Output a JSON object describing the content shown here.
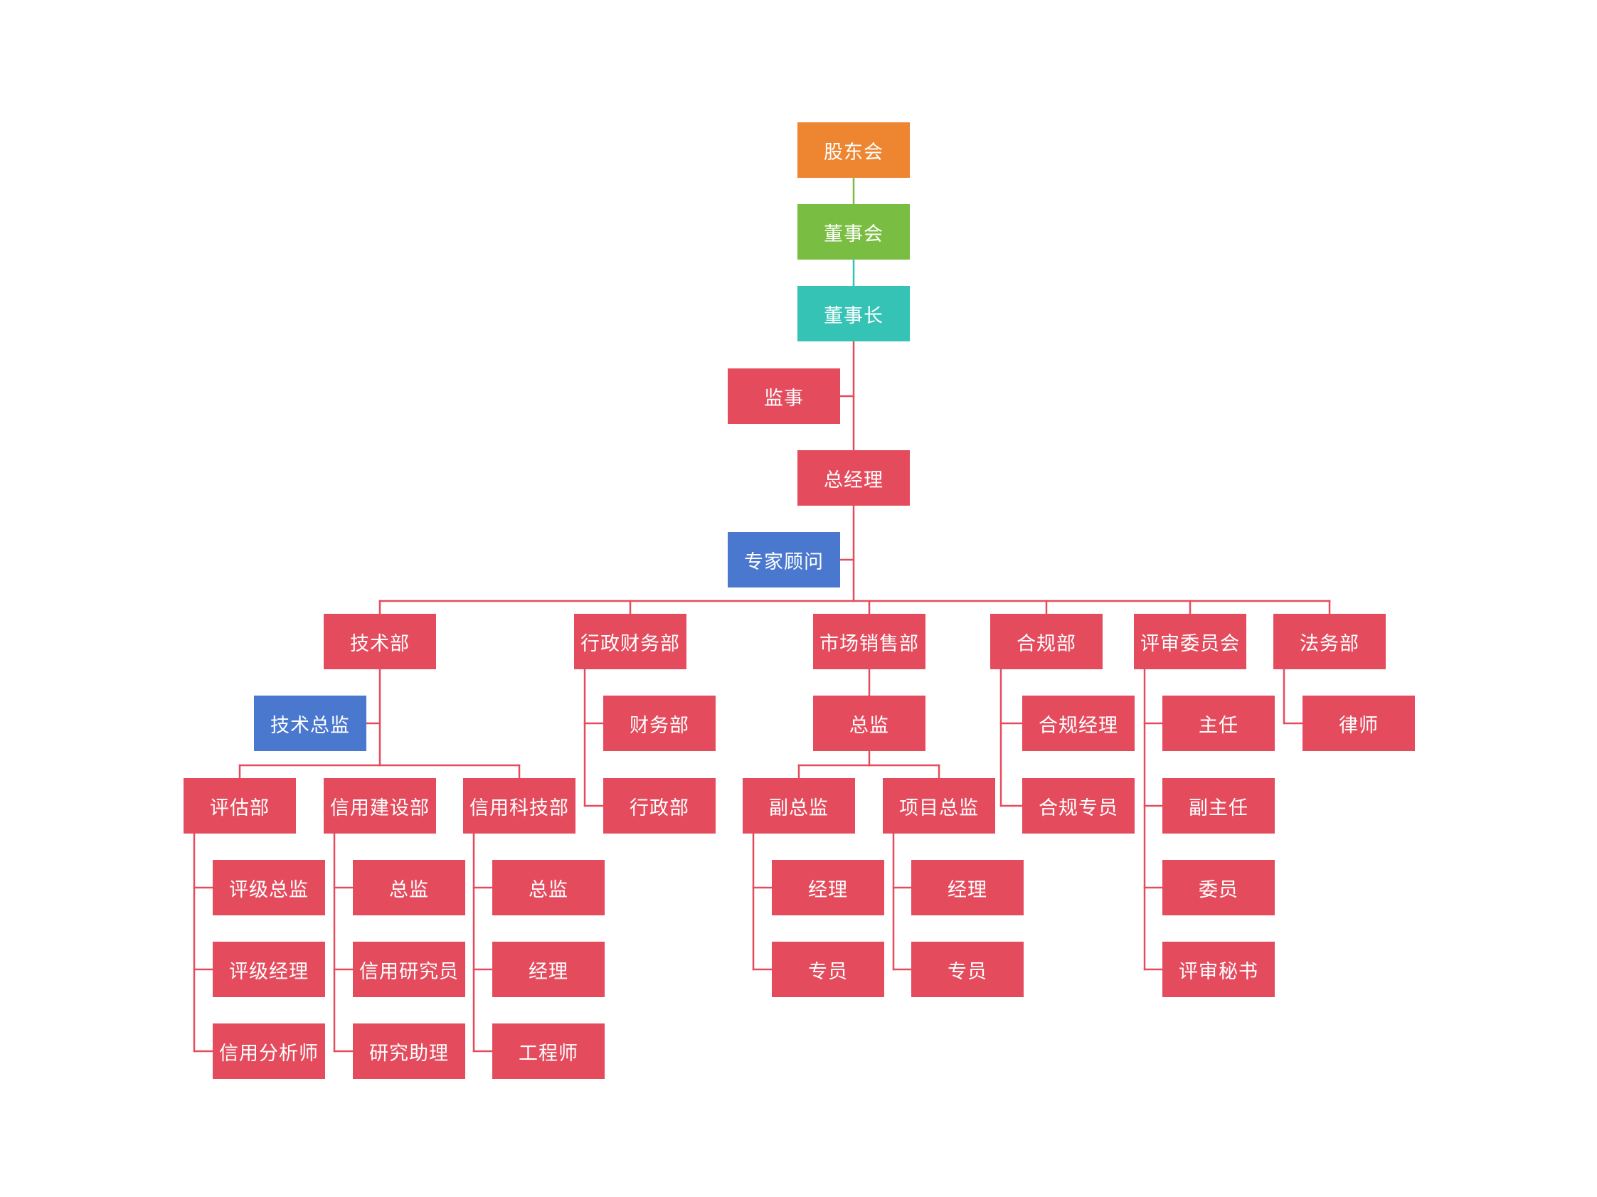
{
  "colors": {
    "orange": "#EE8531",
    "green": "#79BE43",
    "teal": "#34C3B5",
    "blue": "#4A78CE",
    "red": "#E44C5E",
    "line_red": "#E44C5E",
    "line_green": "#79BE43",
    "line_teal": "#34C3B5"
  },
  "nodes": {
    "shareholders": "股东会",
    "board": "董事会",
    "chairman": "董事长",
    "supervisor": "监事",
    "general_manager": "总经理",
    "expert_advisor": "专家顾问",
    "tech_dept": "技术部",
    "tech_director": "技术总监",
    "assessment_dept": "评估部",
    "rating_director": "评级总监",
    "rating_manager": "评级经理",
    "credit_analyst": "信用分析师",
    "credit_building_dept": "信用建设部",
    "cb_director": "总监",
    "credit_researcher": "信用研究员",
    "research_assistant": "研究助理",
    "credit_tech_dept": "信用科技部",
    "ct_director": "总监",
    "ct_manager": "经理",
    "engineer": "工程师",
    "admin_finance_dept": "行政财务部",
    "finance_dept": "财务部",
    "admin_dept": "行政部",
    "marketing_dept": "市场销售部",
    "mk_director": "总监",
    "deputy_director": "副总监",
    "dd_manager": "经理",
    "dd_specialist": "专员",
    "project_director": "项目总监",
    "pd_manager": "经理",
    "pd_specialist": "专员",
    "compliance_dept": "合规部",
    "compliance_manager": "合规经理",
    "compliance_specialist": "合规专员",
    "review_committee": "评审委员会",
    "rc_chair": "主任",
    "rc_vice_chair": "副主任",
    "rc_member": "委员",
    "rc_secretary": "评审秘书",
    "legal_dept": "法务部",
    "lawyer": "律师"
  }
}
